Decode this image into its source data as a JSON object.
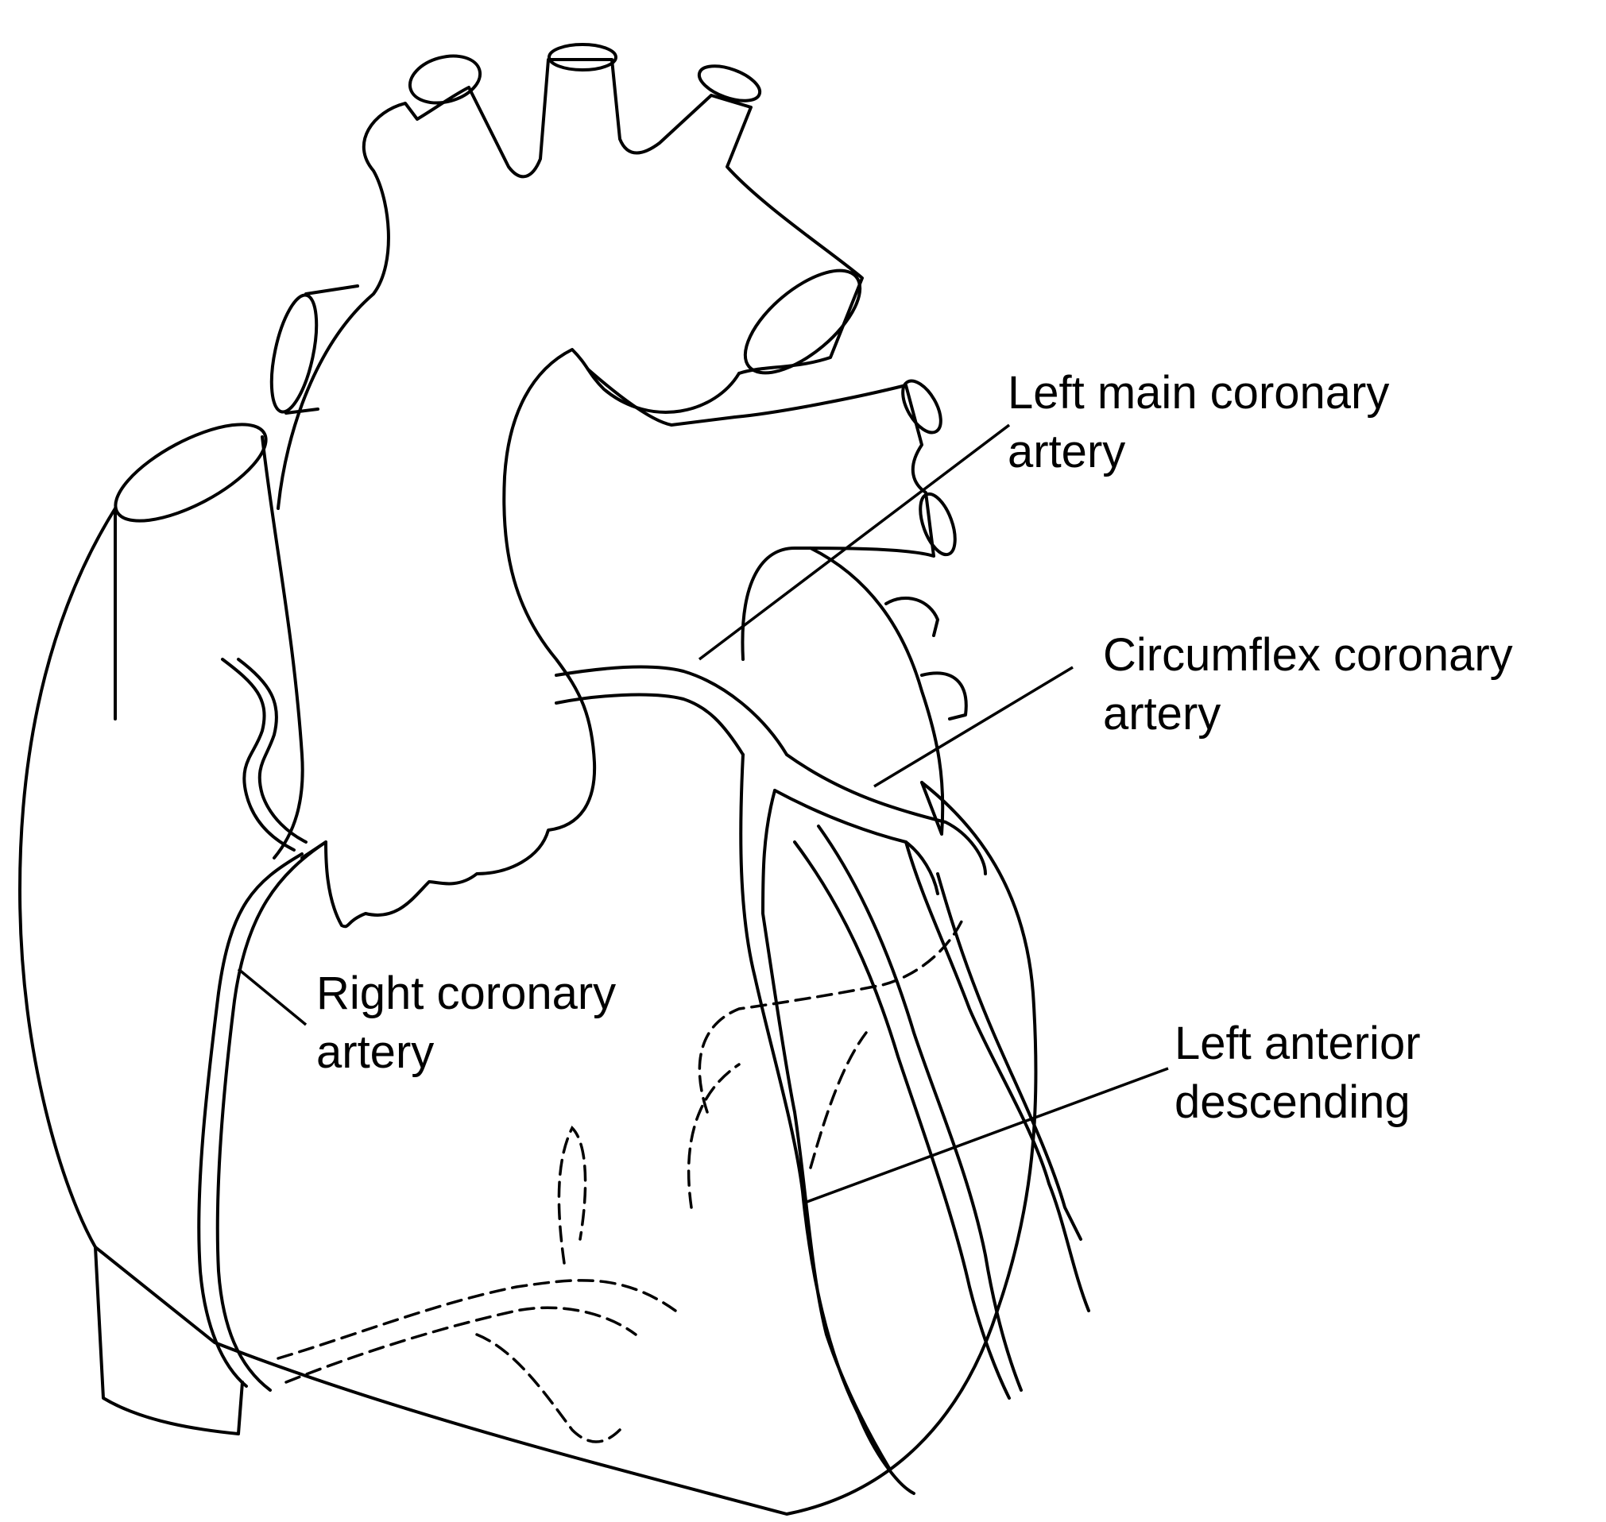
{
  "labels": {
    "left_main": {
      "line1": "Left main coronary",
      "line2": "artery"
    },
    "circumflex": {
      "line1": "Circumflex coronary",
      "line2": "artery"
    },
    "right_coronary": {
      "line1": "Right coronary",
      "line2": "artery"
    },
    "lad": {
      "line1": "Left anterior",
      "line2": "descending"
    }
  },
  "colors": {
    "line": "#000000",
    "background": "#ffffff"
  }
}
